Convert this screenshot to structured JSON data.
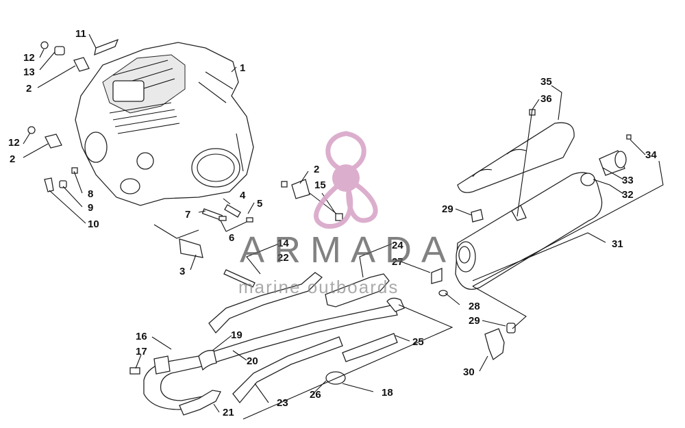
{
  "watermark": {
    "title": "ARMADA",
    "subtitle": "marine outboards",
    "logo_color": "#d9a6c8"
  },
  "callouts": [
    "1",
    "2",
    "2",
    "2",
    "3",
    "4",
    "5",
    "6",
    "7",
    "8",
    "9",
    "10",
    "11",
    "12",
    "12",
    "13",
    "14",
    "15",
    "16",
    "17",
    "18",
    "19",
    "20",
    "21",
    "22",
    "23",
    "24",
    "25",
    "26",
    "27",
    "28",
    "29",
    "29",
    "30",
    "31",
    "32",
    "33",
    "34",
    "35",
    "36"
  ]
}
